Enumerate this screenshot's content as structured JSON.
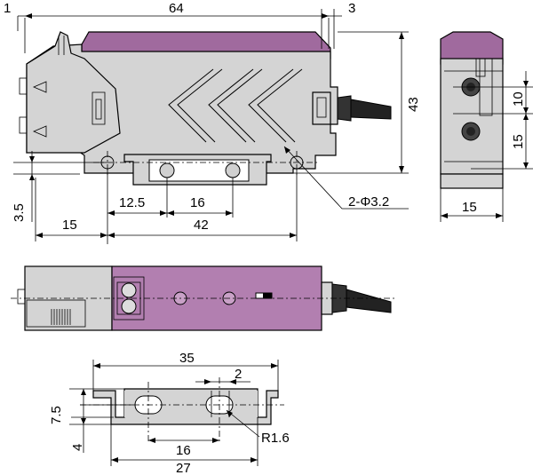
{
  "dimensions": {
    "d_1": "1",
    "d_64": "64",
    "d_3": "3",
    "d_43": "43",
    "d_10": "10",
    "d_15_side": "15",
    "d_15_end": "15",
    "d_3_5": "3.5",
    "d_12_5": "12.5",
    "d_16_top": "16",
    "d_15_bottom": "15",
    "d_42": "42",
    "d_2_phi_3_2": "2-Φ3.2",
    "d_35": "35",
    "d_2": "2",
    "d_7_5": "7.5",
    "d_4": "4",
    "d_16_bracket": "16",
    "d_27": "27",
    "d_r1_6": "R1.6"
  },
  "colors": {
    "housing_gray": "#d4d4d4",
    "housing_purple": "#b27fb0",
    "cable": "#222222"
  }
}
